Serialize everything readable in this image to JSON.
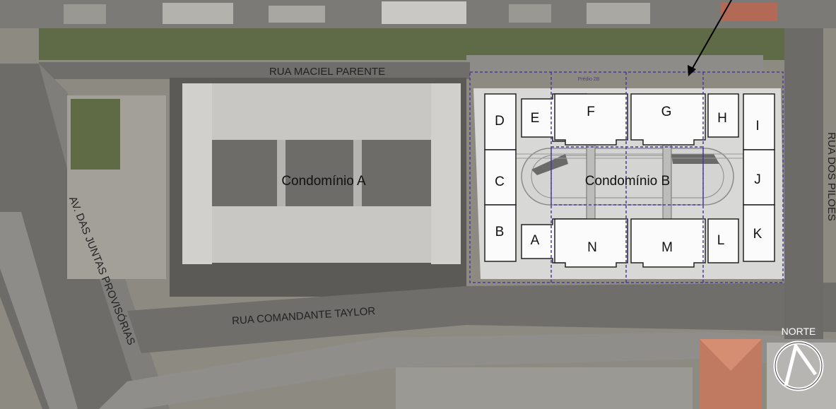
{
  "streets": {
    "north": "RUA MACIEL PARENTE",
    "south": "RUA COMANDANTE TAYLOR",
    "west": "AV. DAS JUNTAS PROVISÓRIAS",
    "east": "RUA DOS PILÕES"
  },
  "condominiums": {
    "a": "Condomínio A",
    "b": "Condomínio B"
  },
  "grid_label": "Prédio 2B",
  "blocks": [
    "D",
    "E",
    "F",
    "G",
    "H",
    "I",
    "C",
    "J",
    "B",
    "A",
    "N",
    "M",
    "L",
    "K"
  ],
  "compass": {
    "label": "NORTE"
  },
  "colors": {
    "ground": "#8d8a82",
    "road": "#6f6e6a",
    "vegetation": "#5f6a46",
    "site_overlay": "#d8d8d6",
    "outline": "#222222",
    "dashed": "#4a3a9a"
  }
}
